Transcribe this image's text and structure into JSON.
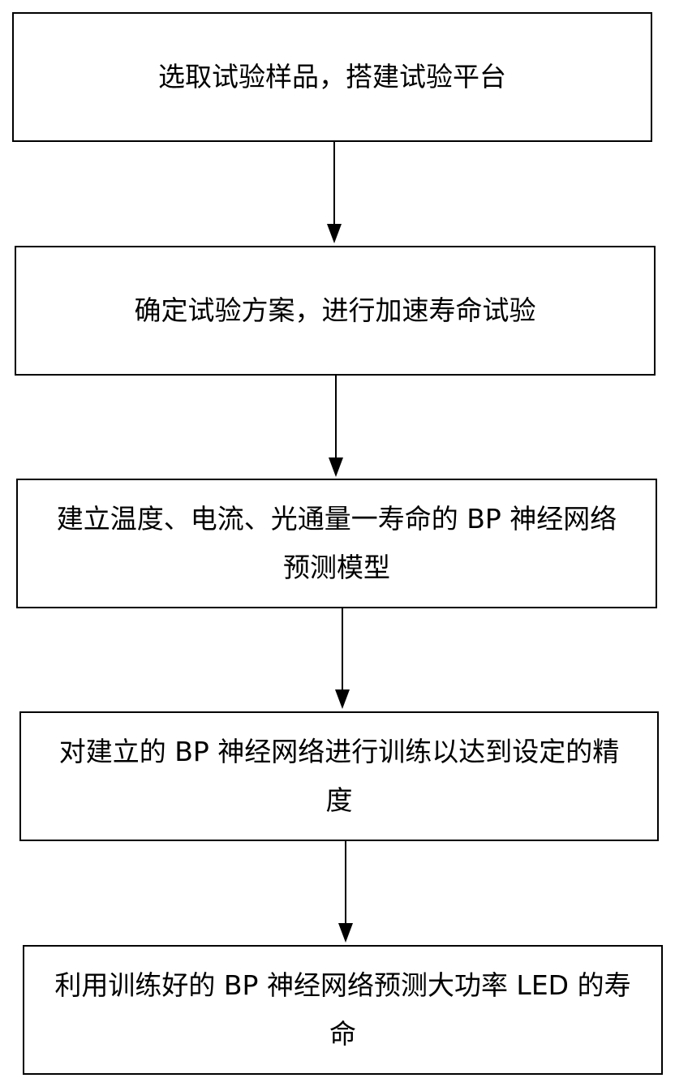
{
  "flowchart": {
    "steps": [
      {
        "text": "选取试验样品，搭建试验平台"
      },
      {
        "text": "确定试验方案，进行加速寿命试验"
      },
      {
        "text": "建立温度、电流、光通量一寿命的 BP 神经网络预测模型"
      },
      {
        "text": "对建立的 BP 神经网络进行训练以达到设定的精度"
      },
      {
        "text": "利用训练好的 BP 神经网络预测大功率 LED 的寿命"
      }
    ]
  }
}
